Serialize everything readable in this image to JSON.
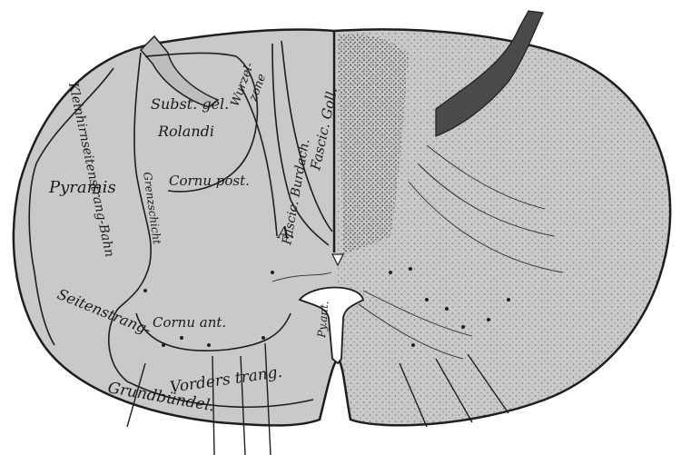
{
  "labels": {
    "subst_gel": "Subst. gel.",
    "rolandi": "Rolandi",
    "wurzel": "Wurzel-",
    "zone": "zone",
    "fascic_goll": "Fascic. Goll.",
    "fascic_burdach": "Fascic. Burdach.",
    "cornu_post": "Cornu post.",
    "pyramis": "Pyramis",
    "kleinhirnseitenstrang": "Kleinhirnseitenstrang-Bahn",
    "grenzschicht": "Grenzschicht",
    "a_letter": "A.",
    "seitenstrang": "Seitenstrang-",
    "cornu_ant": "Cornu ant.",
    "vorderstrang": "Vorders trang.",
    "grundbundel": "Grundbündel.",
    "pyr_ant": "Py.ant."
  },
  "colors": {
    "tissue": "#c9c9c9",
    "outline": "#1e1e1e",
    "stipple": "#2a2a2a"
  }
}
